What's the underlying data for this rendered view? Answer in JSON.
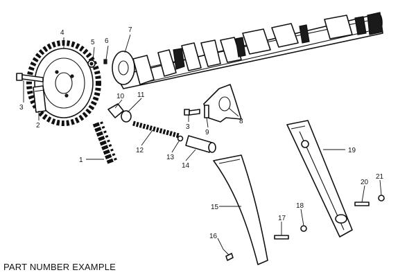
{
  "caption": "PART NUMBER EXAMPLE",
  "callouts": [
    "1",
    "2",
    "3",
    "3",
    "4",
    "5",
    "6",
    "7",
    "8",
    "9",
    "10",
    "11",
    "12",
    "13",
    "14",
    "15",
    "16",
    "17",
    "18",
    "19",
    "20",
    "21"
  ]
}
